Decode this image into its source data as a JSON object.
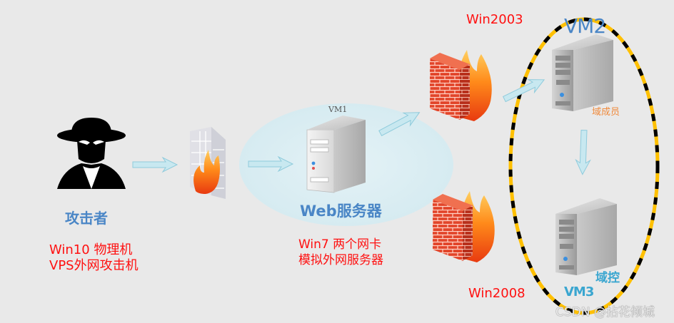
{
  "attacker": {
    "label": "攻击者",
    "os_line1": "Win10  物理机",
    "os_line2": "VPS外网攻击机"
  },
  "vm1": {
    "tag": "VM1",
    "label": "Web服务器",
    "desc_line1": "Win7 两个网卡",
    "desc_line2": "模拟外网服务器"
  },
  "firewall_top": {
    "label": "Win2003"
  },
  "firewall_bottom": {
    "label": "Win2008"
  },
  "vm2": {
    "tag": "VM2",
    "role": "域成员"
  },
  "vm3": {
    "tag": "VM3",
    "role": "域控"
  },
  "watermark": "CSDN @拈花倾城",
  "colors": {
    "background": "#e9e9e9",
    "red_text": "#ff1010",
    "blue_text": "#4a86c6",
    "vm2_tag": "#4a86c6",
    "vm3_tag": "#3aa6d0",
    "role_vm2": "#f08a3c",
    "role_vm3": "#3aa6d0",
    "arrow_fill": "#c8e8f0",
    "domain_ring_yellow": "#ffc000",
    "domain_ring_black": "#000000"
  }
}
